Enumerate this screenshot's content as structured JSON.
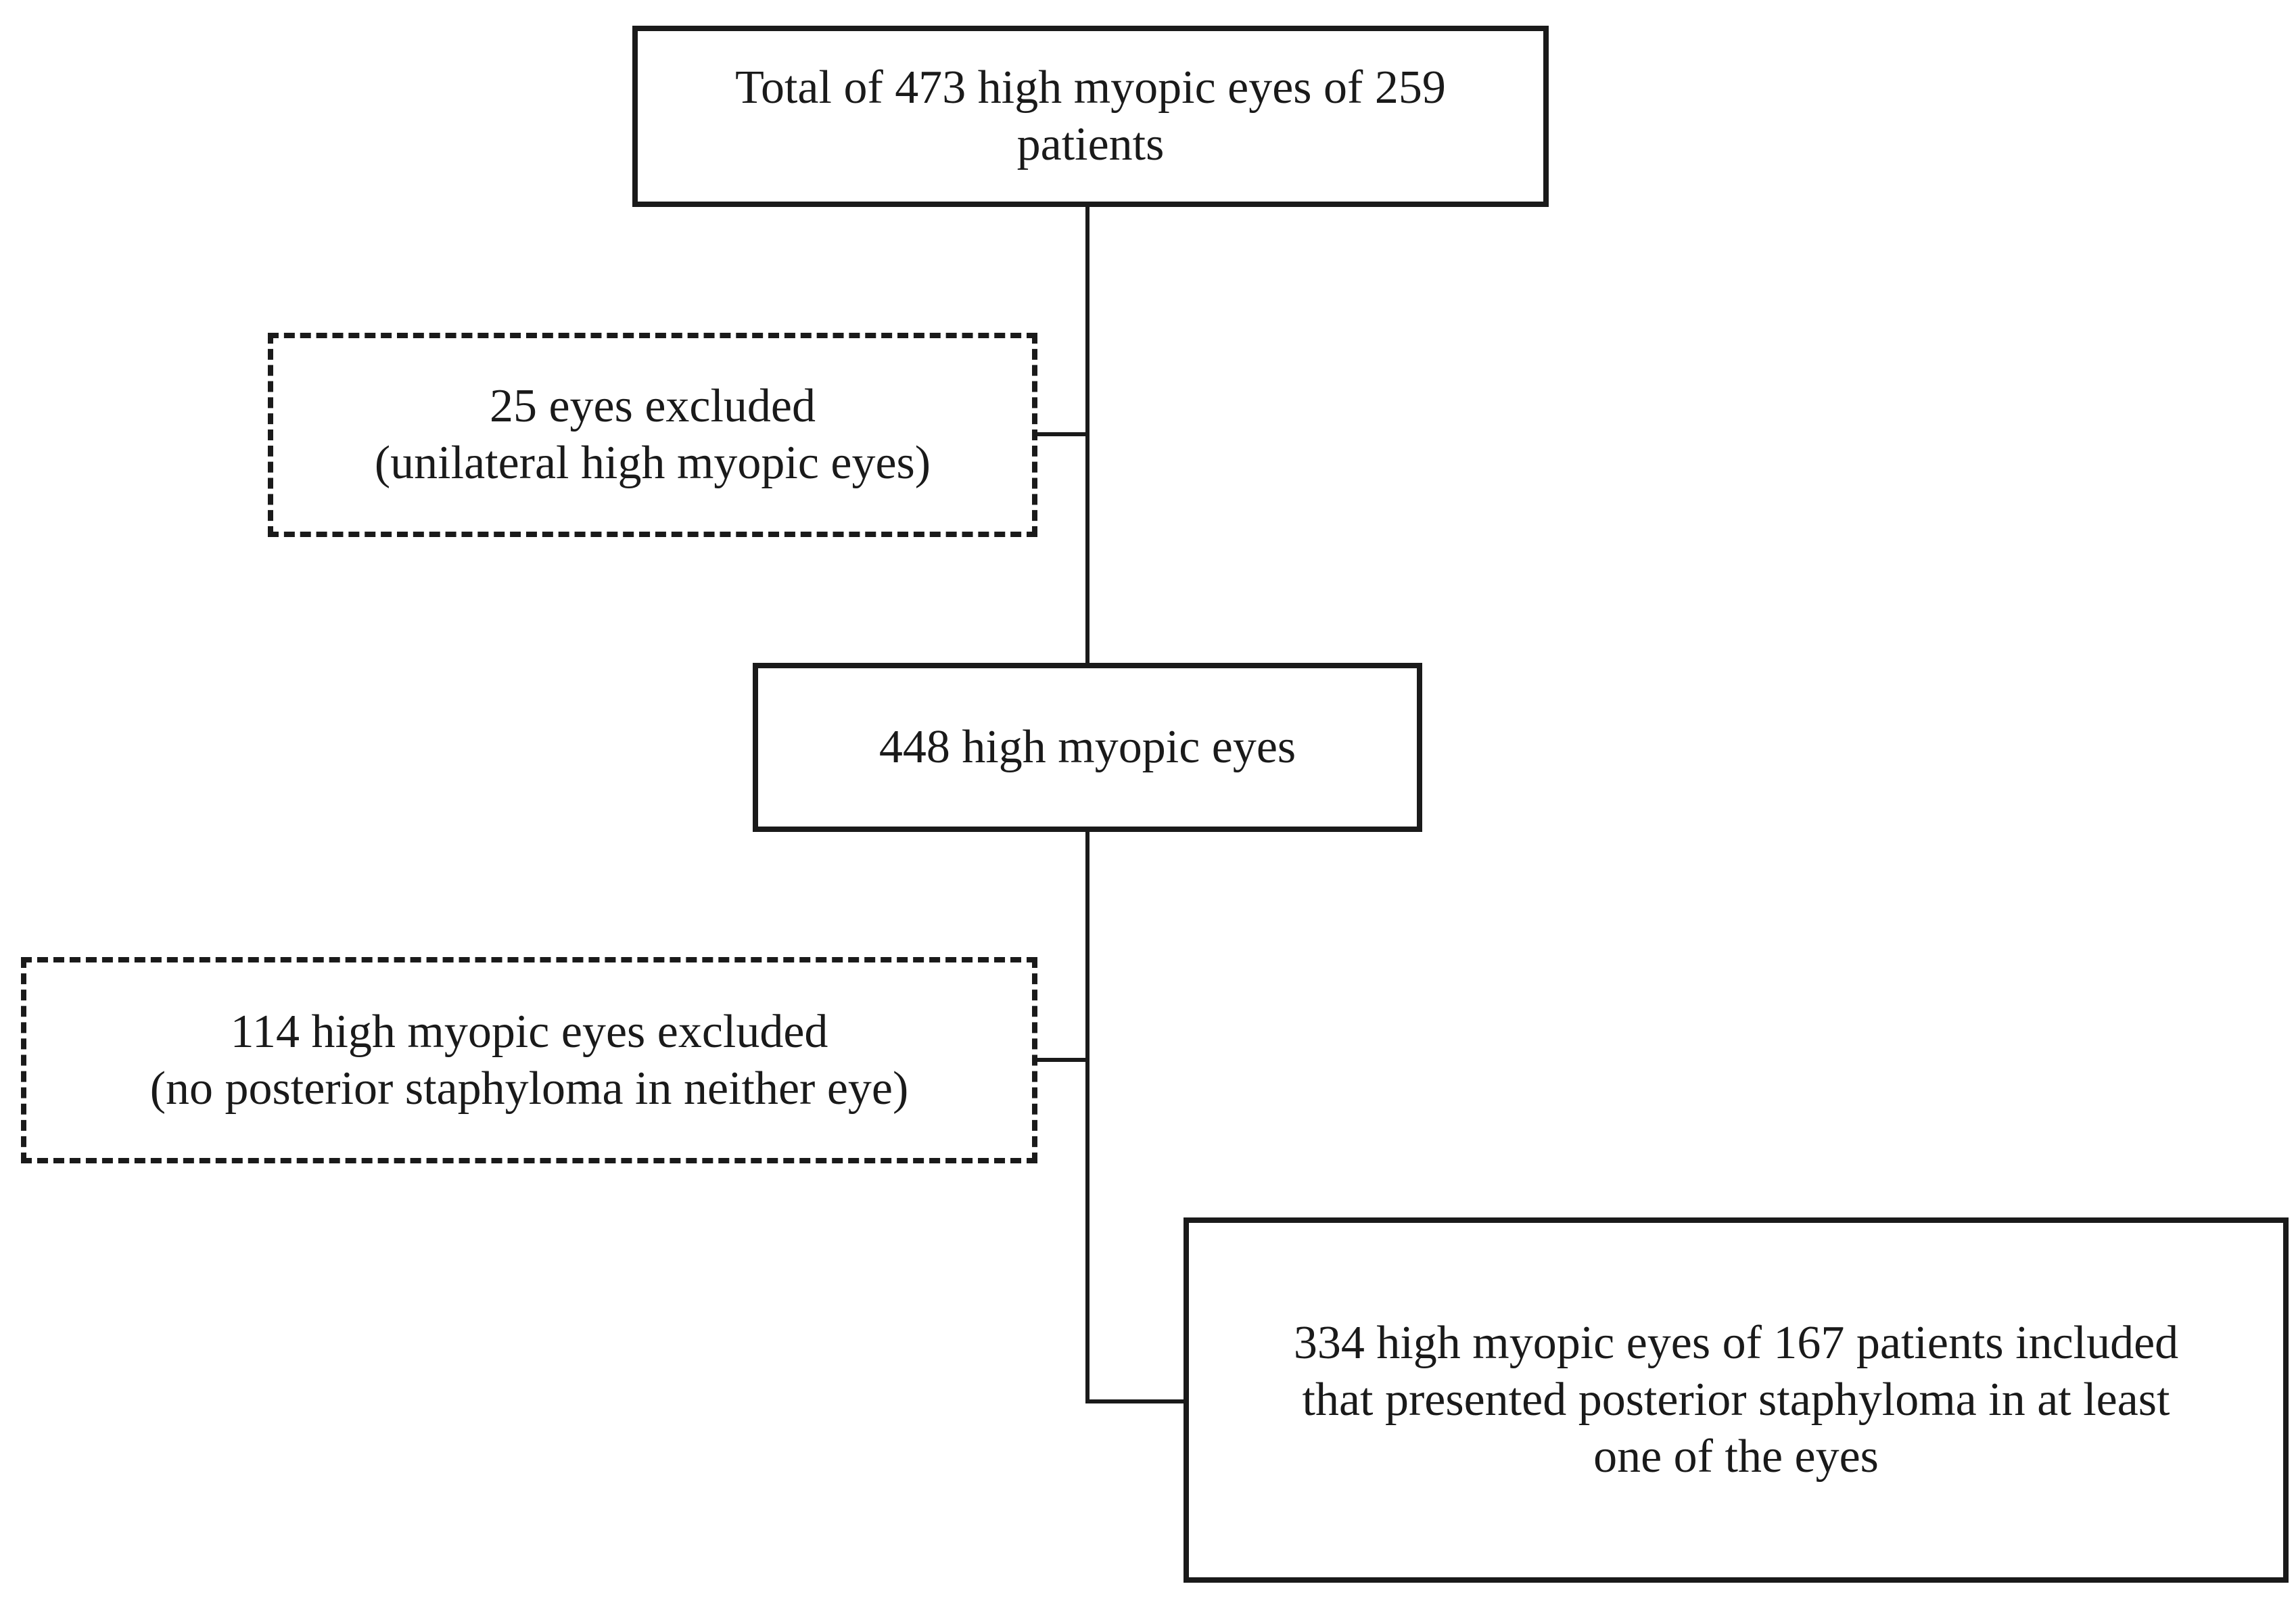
{
  "flowchart": {
    "total": {
      "line1": "Total of 473 high myopic eyes of 259",
      "line2": "patients"
    },
    "exclusion1": {
      "line1": "25 eyes excluded",
      "line2": "(unilateral high myopic eyes)"
    },
    "intermediate": {
      "line1": "448 high myopic eyes"
    },
    "exclusion2": {
      "line1": "114 high myopic eyes excluded",
      "line2": "(no posterior staphyloma in neither eye)"
    },
    "included": {
      "line1": "334 high myopic eyes of 167 patients included",
      "line2": "that presented posterior staphyloma in at least",
      "line3": "one of the eyes"
    }
  },
  "colors": {
    "stroke": "#1a1a1a",
    "background": "#ffffff"
  }
}
